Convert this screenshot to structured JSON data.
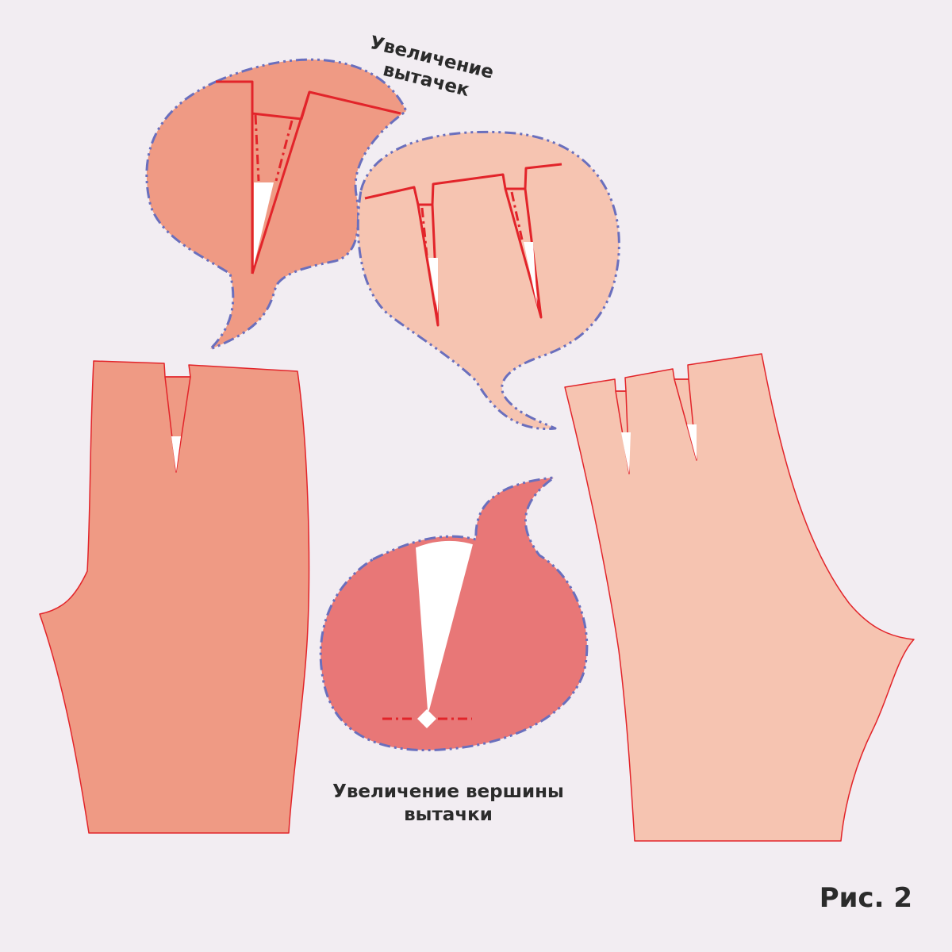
{
  "labels": {
    "darts_magnification": [
      "Увеличение",
      "вытачек"
    ],
    "dart_apex_magnification": [
      "Увеличение вершины",
      "вытачки"
    ],
    "figure_number": "Рис. 2"
  },
  "colors": {
    "background": "#f2edf2",
    "front_piece_fill": "#ef9a84",
    "back_piece_fill": "#f6c4b1",
    "apex_bubble_fill": "#e87777",
    "outline_red": "#e2242a",
    "callout_border": "#6a6fbd",
    "dart_opening": "#ffffff"
  }
}
